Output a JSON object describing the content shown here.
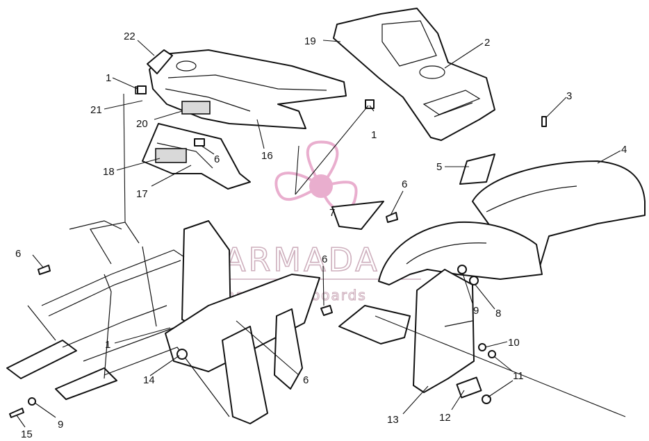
{
  "callouts": [
    {
      "id": "c22",
      "text": "22"
    },
    {
      "id": "c1a",
      "text": "1"
    },
    {
      "id": "c21",
      "text": "21"
    },
    {
      "id": "c20",
      "text": "20"
    },
    {
      "id": "c6a",
      "text": "6"
    },
    {
      "id": "c16",
      "text": "16"
    },
    {
      "id": "c18",
      "text": "18"
    },
    {
      "id": "c17",
      "text": "17"
    },
    {
      "id": "c19",
      "text": "19"
    },
    {
      "id": "c2",
      "text": "2"
    },
    {
      "id": "c1b",
      "text": "1"
    },
    {
      "id": "c3",
      "text": "3"
    },
    {
      "id": "c4",
      "text": "4"
    },
    {
      "id": "c5",
      "text": "5"
    },
    {
      "id": "c6b",
      "text": "6"
    },
    {
      "id": "c7",
      "text": "7"
    },
    {
      "id": "c6c",
      "text": "6"
    },
    {
      "id": "c6d",
      "text": "6"
    },
    {
      "id": "c9a",
      "text": "9"
    },
    {
      "id": "c8",
      "text": "8"
    },
    {
      "id": "c10",
      "text": "10"
    },
    {
      "id": "c11",
      "text": "11"
    },
    {
      "id": "c1c",
      "text": "1"
    },
    {
      "id": "c14",
      "text": "14"
    },
    {
      "id": "c6e",
      "text": "6"
    },
    {
      "id": "c13",
      "text": "13"
    },
    {
      "id": "c12",
      "text": "12"
    },
    {
      "id": "c9b",
      "text": "9"
    },
    {
      "id": "c15",
      "text": "15"
    }
  ],
  "watermark": {
    "brand": "ARMADA",
    "tagline": "marine outboards",
    "color": "#c9a7b6",
    "accent": "#e7a6c9"
  }
}
